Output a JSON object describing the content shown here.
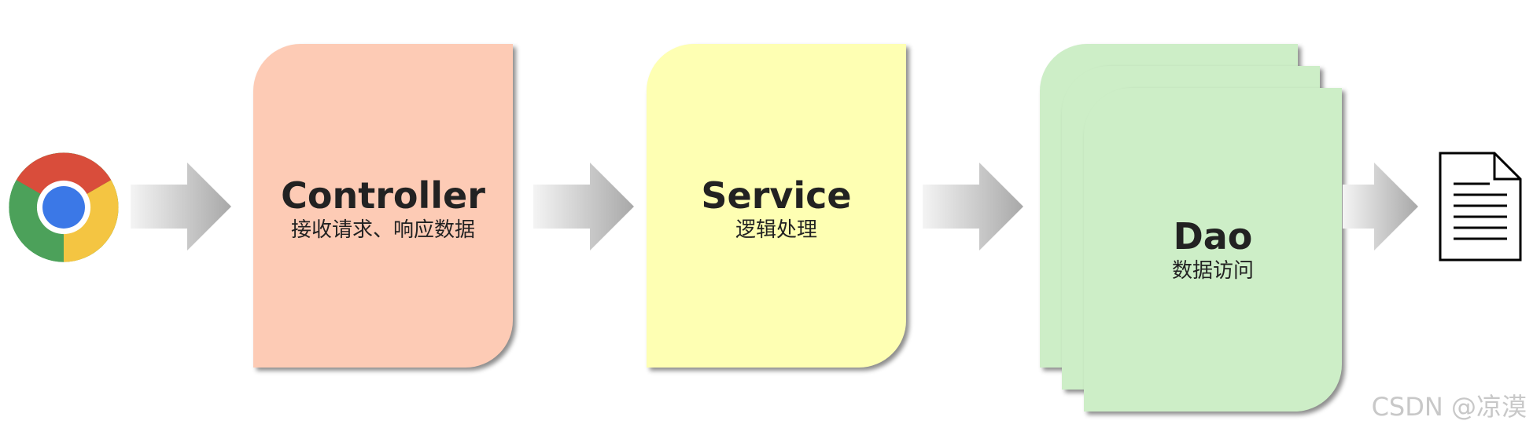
{
  "colors": {
    "controller": "#fdcbb5",
    "service": "#feffb3",
    "dao": "#cdeec7",
    "arrow_light": "#f2f2f2",
    "arrow_dark": "#a6a6a6"
  },
  "nodes": {
    "browser": {
      "icon": "chrome-browser-icon"
    },
    "controller": {
      "title": "Controller",
      "subtitle": "接收请求、响应数据"
    },
    "service": {
      "title": "Service",
      "subtitle": "逻辑处理"
    },
    "dao": {
      "title": "Dao",
      "subtitle": "数据访问"
    },
    "document": {
      "icon": "document-icon"
    }
  },
  "watermark": "CSDN @凉漠"
}
